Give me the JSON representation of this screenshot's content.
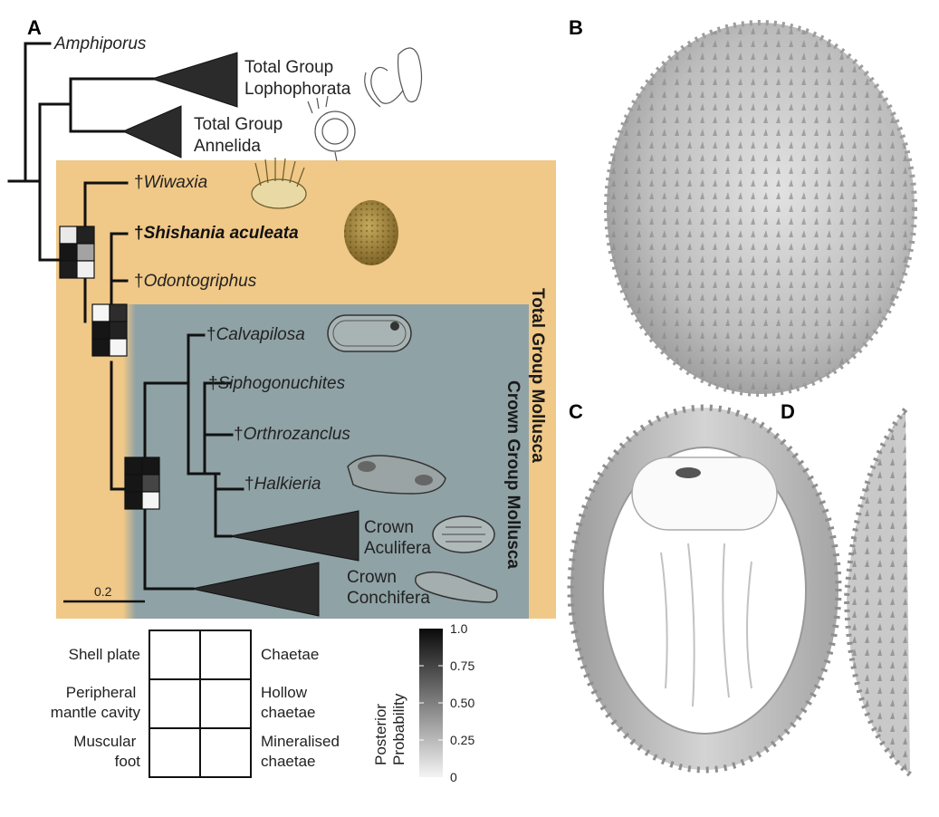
{
  "panels": {
    "a": "A",
    "b": "B",
    "c": "C",
    "d": "D"
  },
  "tree": {
    "outgroup": "Amphiporus",
    "lophophorata": [
      "Total Group",
      "Lophophorata"
    ],
    "annelida": [
      "Total Group",
      "Annelida"
    ],
    "wiwaxia": {
      "dagger": "†",
      "name": "Wiwaxia"
    },
    "shishania": {
      "dagger": "†",
      "name": "Shishania aculeata"
    },
    "odontogriphus": {
      "dagger": "†",
      "name": "Odontogriphus"
    },
    "calvapilosa": {
      "dagger": "†",
      "name": "Calvapilosa"
    },
    "siphogonuchites": {
      "dagger": "†",
      "name": "Siphogonuchites"
    },
    "orthrozanclus": {
      "dagger": "†",
      "name": "Orthrozanclus"
    },
    "halkieria": {
      "dagger": "†",
      "name": "Halkieria"
    },
    "aculifera": [
      "Crown",
      "Aculifera"
    ],
    "conchifera": [
      "Crown",
      "Conchifera"
    ],
    "total_group_mollusca": "Total Group Mollusca",
    "crown_group_mollusca": "Crown Group Mollusca",
    "scale_bar": "0.2"
  },
  "colors": {
    "total_group_bg": "#f0c887",
    "crown_group_bg": "#8fa2a6"
  },
  "character_legend": {
    "left": [
      "Shell plate",
      [
        "Peripheral",
        "mantle cavity"
      ],
      [
        "Muscular",
        "foot"
      ]
    ],
    "right": [
      "Chaetae",
      [
        "Hollow",
        "chaetae"
      ],
      [
        "Mineralised",
        "chaetae"
      ]
    ]
  },
  "probability_scale": {
    "title": [
      "Posterior",
      "Probability"
    ],
    "ticks": [
      "1.0",
      "0.75",
      "0.50",
      "0.25",
      "0"
    ]
  },
  "node_boxes": [
    {
      "cells": [
        0.05,
        0.9,
        0.95,
        0.35,
        0.92,
        0.02
      ]
    },
    {
      "cells": [
        0.0,
        0.85,
        0.95,
        0.9,
        0.95,
        0.0
      ]
    },
    {
      "cells": [
        0.95,
        0.95,
        0.95,
        0.75,
        0.95,
        0.0
      ]
    }
  ]
}
